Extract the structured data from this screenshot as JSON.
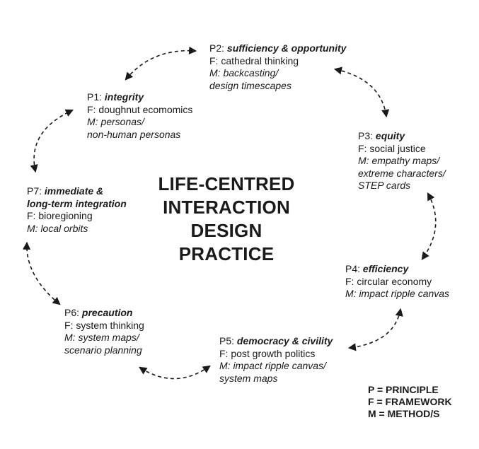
{
  "title_lines": [
    "LIFE-CENTRED",
    "INTERACTION",
    "DESIGN PRACTICE"
  ],
  "principles": [
    {
      "id": "p1",
      "prefix": "P1: ",
      "name": "integrity",
      "framework": "F: doughnut ecomomics",
      "method": [
        "M: personas/",
        "non-human personas"
      ]
    },
    {
      "id": "p2",
      "prefix": "P2: ",
      "name": "sufficiency & opportunity",
      "framework": "F: cathedral thinking",
      "method": [
        "M: backcasting/",
        "design timescapes"
      ]
    },
    {
      "id": "p3",
      "prefix": "P3: ",
      "name": "equity",
      "framework": "F: social justice",
      "method": [
        "M: empathy maps/",
        "extreme characters/",
        "STEP cards"
      ]
    },
    {
      "id": "p4",
      "prefix": "P4: ",
      "name": "efficiency",
      "framework": "F: circular economy",
      "method": [
        "M: impact ripple canvas"
      ]
    },
    {
      "id": "p5",
      "prefix": "P5: ",
      "name": "democracy & civility",
      "framework": "F: post growth politics",
      "method": [
        "M: impact ripple canvas/",
        "system maps"
      ]
    },
    {
      "id": "p6",
      "prefix": "P6: ",
      "name": "precaution",
      "framework": "F: system thinking",
      "method": [
        "M: system maps/",
        "scenario planning"
      ]
    },
    {
      "id": "p7",
      "prefix": "P7: ",
      "name": [
        "immediate &",
        "long-term integration"
      ],
      "framework": "F: bioregioning",
      "method": [
        "M: local orbits"
      ]
    }
  ],
  "legend": [
    "P = PRINCIPLE",
    "F = FRAMEWORK",
    "M = METHOD/S"
  ],
  "colors": {
    "text": "#1a1a1a",
    "arrow": "#1a1a1a",
    "background": "#ffffff"
  }
}
